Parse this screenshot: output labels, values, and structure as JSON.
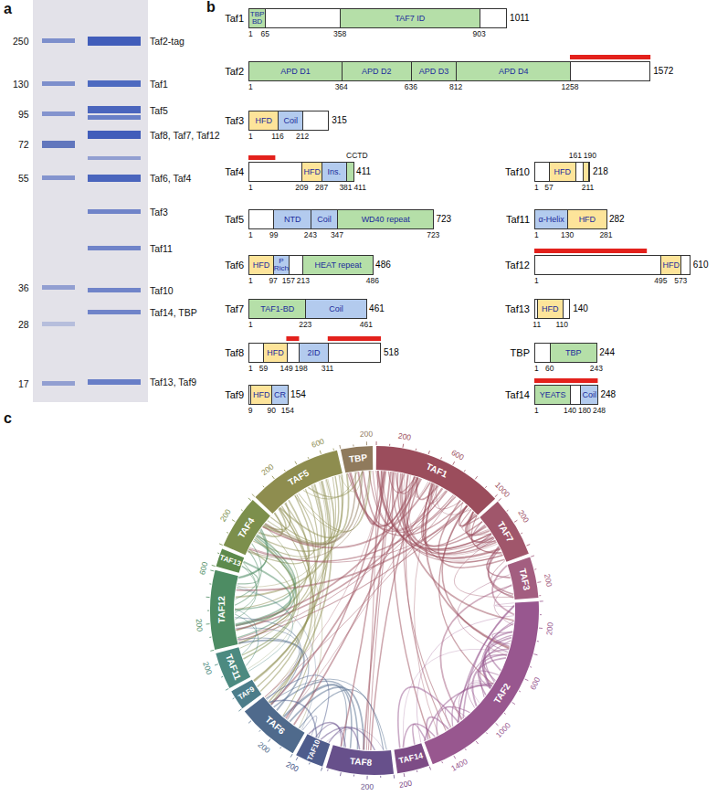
{
  "diagram": {
    "nodes": [
      {
        "text": [
          "Taf1",
          "1011"
        ]
      },
      {
        "text": [
          "TBP BD"
        ],
        "in": 0
      },
      {
        "text": [
          "TAF7 ID"
        ],
        "in": 0
      },
      {
        "text": [
          "Taf2",
          "1572"
        ]
      },
      {
        "text": [
          "APD D1"
        ],
        "in": 3
      },
      {
        "text": [
          "APD D2"
        ],
        "in": 3
      },
      {
        "text": [
          "APD D3"
        ],
        "in": 3
      },
      {
        "text": [
          "APD D4"
        ],
        "in": 3
      },
      {
        "text": [
          "Taf3",
          "315"
        ]
      },
      {
        "text": [
          "HFD"
        ],
        "in": 8
      },
      {
        "text": [
          "Coil"
        ],
        "in": 8
      },
      {
        "text": [
          "Taf4",
          "411"
        ]
      },
      {
        "text": [
          "HFD"
        ],
        "in": 11
      },
      {
        "text": [
          "Ins."
        ],
        "in": 11
      },
      {
        "text": [
          "Taf10",
          "218"
        ]
      },
      {
        "text": [
          "HFD"
        ],
        "in": 14
      },
      {
        "text": [
          "Taf5",
          "723"
        ]
      },
      {
        "text": [
          "NTD"
        ],
        "in": 16
      },
      {
        "text": [
          "Coil"
        ],
        "in": 16
      },
      {
        "text": [
          "WD40 repeat"
        ],
        "in": 16
      },
      {
        "text": [
          "Taf11",
          "282"
        ]
      },
      {
        "text": [
          "α-Helix"
        ],
        "in": 20
      },
      {
        "text": [
          "HFD"
        ],
        "in": 20
      },
      {
        "text": [
          "Taf6",
          "486"
        ]
      },
      {
        "text": [
          "HFD"
        ],
        "in": 23
      },
      {
        "text": [
          "P Rich"
        ],
        "in": 23
      },
      {
        "text": [
          "HEAT repeat"
        ],
        "in": 23
      },
      {
        "text": [
          "Taf12",
          "610"
        ]
      },
      {
        "text": [
          "HFD"
        ],
        "in": 27
      },
      {
        "text": [
          "Taf7",
          "461"
        ]
      },
      {
        "text": [
          "TAF1-BD"
        ],
        "in": 29
      },
      {
        "text": [
          "Coil"
        ],
        "in": 29
      },
      {
        "text": [
          "Taf13",
          "140"
        ]
      },
      {
        "text": [
          "HFD"
        ],
        "in": 32
      },
      {
        "text": [
          "Taf8",
          "518"
        ]
      },
      {
        "text": [
          "HFD"
        ],
        "in": 34
      },
      {
        "text": [
          "2ID"
        ],
        "in": 34
      },
      {
        "text": [
          "TBP",
          "244"
        ]
      },
      {
        "text": [
          "TBP"
        ],
        "in": 37
      },
      {
        "text": [
          "Taf9",
          "154"
        ]
      },
      {
        "text": [
          "HFD"
        ],
        "in": 39
      },
      {
        "text": [
          "CR"
        ],
        "in": 39
      },
      {
        "text": [
          "Taf14",
          "248"
        ]
      },
      {
        "text": [
          "YEATS"
        ],
        "in": 42
      },
      {
        "text": [
          "Coil"
        ],
        "in": 42
      }
    ],
    "labels": [
      "a",
      "b",
      "c",
      "250",
      "130",
      "95",
      "72",
      "55",
      "36",
      "28",
      "17",
      "Taf2-tag",
      "Taf1",
      "Taf5",
      "Taf8, Taf7, Taf12",
      "Taf6, Taf4",
      "Taf3",
      "Taf11",
      "Taf10",
      "Taf14, TBP",
      "Taf13, Taf9",
      "1",
      "65",
      "358",
      "903",
      "1",
      "364",
      "636",
      "812",
      "1258",
      "1",
      "116",
      "212",
      "1",
      "209",
      "287",
      "381",
      "411",
      "CCTD",
      "1",
      "57",
      "161",
      "190",
      "211",
      "1",
      "99",
      "243",
      "347",
      "723",
      "1",
      "130",
      "281",
      "1",
      "97",
      "157",
      "213",
      "486",
      "1",
      "495",
      "573",
      "1",
      "223",
      "461",
      "11",
      "110",
      "1",
      "59",
      "149",
      "198",
      "311",
      "1",
      "60",
      "243",
      "9",
      "90",
      "154",
      "1",
      "140",
      "180",
      "248",
      "TAF1",
      "TAF7",
      "TAF3",
      "TAF2",
      "TAF14",
      "TAF8",
      "TAF10",
      "TAF6",
      "TAF9",
      "TAF11",
      "TAF12",
      "TAF13",
      "TAF4",
      "TAF5",
      "TBP",
      "200",
      "600",
      "1000",
      "200",
      "200",
      "200",
      "600",
      "1000",
      "1400",
      "200",
      "200",
      "200",
      "200",
      "200",
      "200",
      "600",
      "200",
      "200",
      "600",
      "200"
    ]
  }
}
